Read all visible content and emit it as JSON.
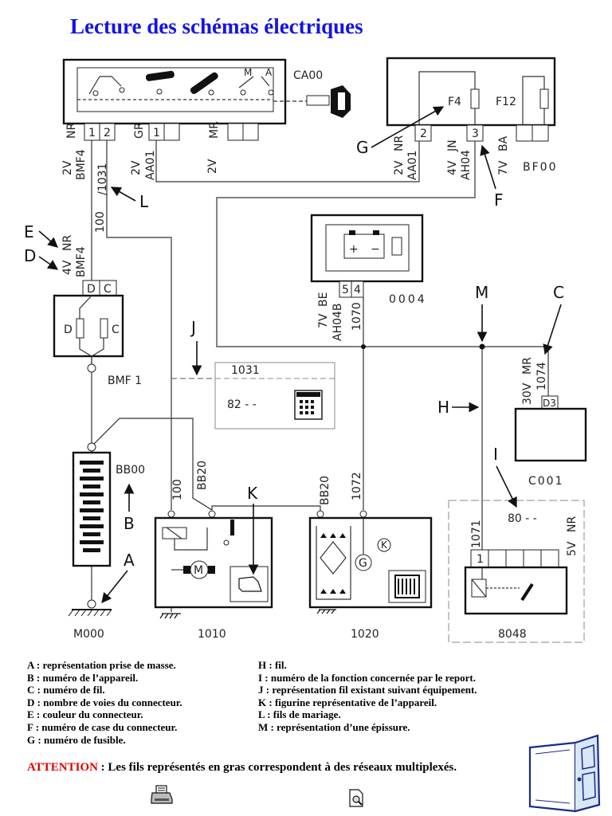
{
  "title": "Lecture des schémas électriques",
  "letters": {
    "A": "A",
    "B": "B",
    "C": "C",
    "D": "D",
    "E": "E",
    "F": "F",
    "G": "G",
    "H": "H",
    "I": "I",
    "J": "J",
    "K": "K",
    "L": "L",
    "M": "M"
  },
  "components": {
    "ca00": "CA00",
    "bf00": "BF00",
    "f4": "F4",
    "f12": "F12",
    "c0004": "0004",
    "bmf1": "BMF 1",
    "bb00": "BB00",
    "m000": "M000",
    "c1010": "1010",
    "c1020": "1020",
    "c8048": "8048",
    "c001": "C001",
    "d3": "D3"
  },
  "pins": {
    "p1a": "1",
    "p2a": "2",
    "p1b": "1",
    "p2b": "2",
    "p3": "3",
    "p5": "5",
    "p4": "4",
    "pd": "D",
    "pc": "C",
    "pd2": "D",
    "pc2": "C",
    "p1c": "1"
  },
  "wires": {
    "nr1": "NR",
    "v2_1": "2V",
    "bmf4_1": "BMF4",
    "w1031": "/1031",
    "gr": "GR",
    "v2_2": "2V",
    "aa01_1": "AA01",
    "mr": "MR",
    "v2_3": "2V",
    "v2_4": "2V",
    "nr2": "NR",
    "aa01_2": "AA01",
    "v4_1": "4V",
    "jn": "JN",
    "ah04": "AH04",
    "v7_1": "7V",
    "ba": "BA",
    "w100a": "100",
    "v4_2": "4V",
    "nr3": "NR",
    "bmf4_2": "BMF4",
    "v7_2": "7V",
    "be": "BE",
    "ah04b": "AH04B",
    "w1070": "1070",
    "v30": "30V",
    "mr2": "MR",
    "w1074": "1074",
    "w1031b": "1031",
    "ref82": "82 - -",
    "w100b": "100",
    "bb20a": "BB20",
    "bb20b": "BB20",
    "w1072": "1072",
    "w1071": "1071",
    "ref80": "80 - -",
    "v5": "5V",
    "nr4": "NR"
  },
  "legend": {
    "left": [
      "A : représentation prise de masse.",
      "B : numéro de l’appareil.",
      "C : numéro de fil.",
      "D : nombre de voies du connecteur.",
      "E : couleur du connecteur.",
      "F : numéro de case du connecteur.",
      "G : numéro de fusible."
    ],
    "right": [
      "H : fil.",
      "I : numéro de la fonction concernée par le report.",
      "J : représentation fil existant suivant équipement.",
      "K : figurine représentative de l’appareil.",
      "L : fils de mariage.",
      "M : représentation d’une épissure."
    ]
  },
  "attention": {
    "label": "ATTENTION",
    "text": " : Les fils représentés en gras correspondent à des réseaux multiplexés."
  },
  "icons": [
    "printer-icon",
    "search-document-icon",
    "door-icon"
  ]
}
